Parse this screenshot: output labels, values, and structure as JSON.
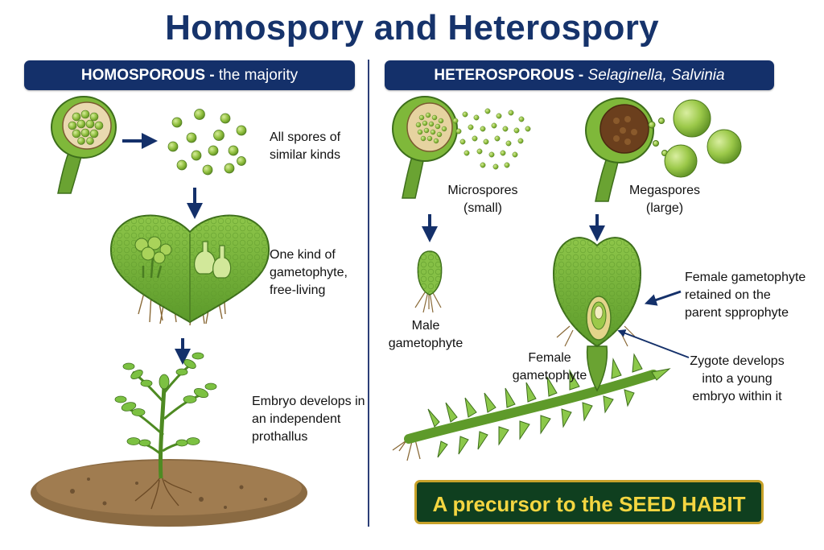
{
  "title": "Homospory and Heterospory",
  "left_banner": {
    "main": "HOMOSPOROUS",
    "sep": " - ",
    "sub": "the majority"
  },
  "right_banner": {
    "main": "HETEROSPOROUS",
    "sep": " - ",
    "sub": "Selaginella, Salvinia"
  },
  "homo": {
    "spores_label": [
      "All spores of",
      "similar kinds"
    ],
    "gametophyte_label": [
      "One kind of",
      "gametophyte,",
      "free-living"
    ],
    "embryo_label": [
      "Embryo develops in",
      "an independent",
      "prothallus"
    ]
  },
  "hetero": {
    "micro_label": [
      "Microspores",
      "(small)"
    ],
    "mega_label": [
      "Megaspores",
      "(large)"
    ],
    "male_label": [
      "Male",
      "gametophyte"
    ],
    "female_label": [
      "Female",
      "gametophyte"
    ],
    "retained_label": [
      "Female gametophyte",
      "retained on the",
      "parent spprophyte"
    ],
    "zygote_label": [
      "Zygote develops",
      "into a young",
      "embryo within it"
    ]
  },
  "footer": "A precursor to the SEED HABIT",
  "colors": {
    "navy": "#14306a",
    "leaf": "#7fb83a",
    "leaf_dark": "#4e8a22",
    "footer_bg": "#0f3f1f",
    "footer_text": "#f4d641"
  }
}
